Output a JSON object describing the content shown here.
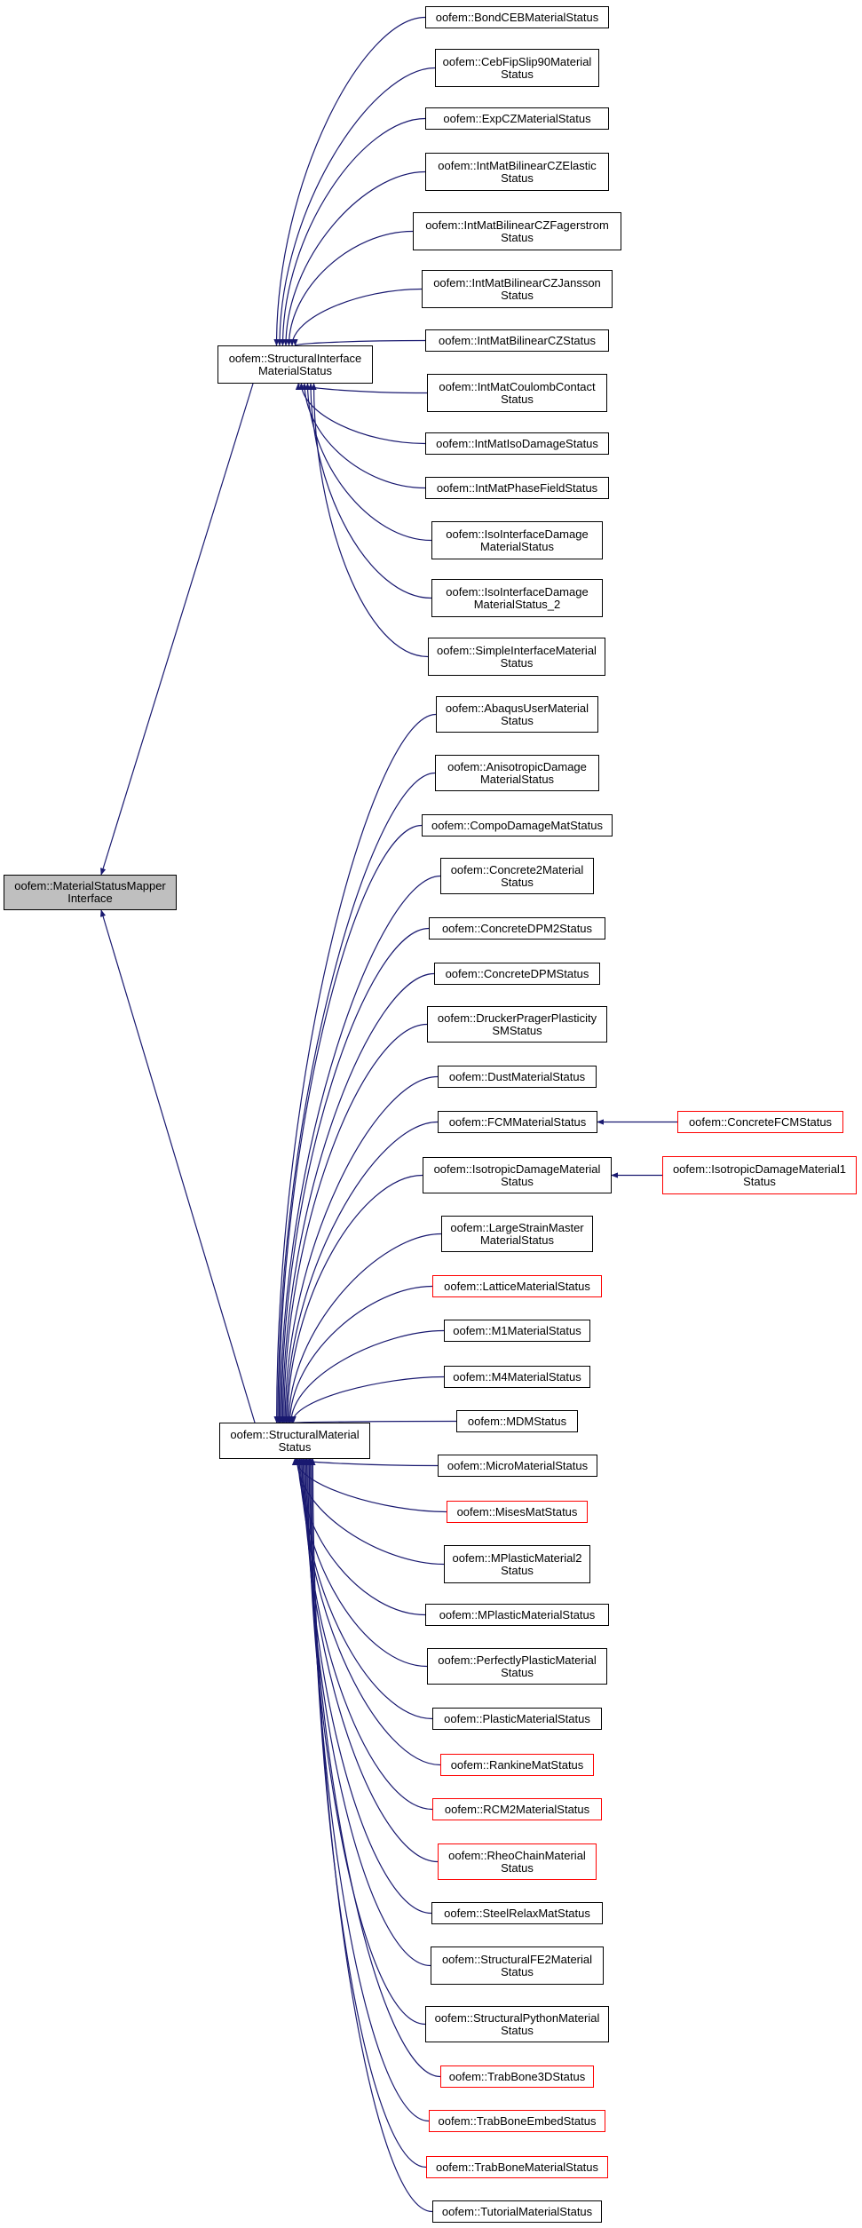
{
  "colors": {
    "edge": "#191970",
    "border": "#000000",
    "incomplete": "#ff0000",
    "root_fill": "#bfbfbf"
  },
  "root": {
    "label": "oofem::MaterialStatusMapper\nInterface"
  },
  "group_interface": {
    "parent": "oofem::StructuralInterface\nMaterialStatus",
    "children": [
      {
        "label": "oofem::BondCEBMaterialStatus"
      },
      {
        "label": "oofem::CebFipSlip90Material\nStatus"
      },
      {
        "label": "oofem::ExpCZMaterialStatus"
      },
      {
        "label": "oofem::IntMatBilinearCZElastic\nStatus"
      },
      {
        "label": "oofem::IntMatBilinearCZFagerstrom\nStatus"
      },
      {
        "label": "oofem::IntMatBilinearCZJansson\nStatus"
      },
      {
        "label": "oofem::IntMatBilinearCZStatus"
      },
      {
        "label": "oofem::IntMatCoulombContact\nStatus"
      },
      {
        "label": "oofem::IntMatIsoDamageStatus"
      },
      {
        "label": "oofem::IntMatPhaseFieldStatus"
      },
      {
        "label": "oofem::IsoInterfaceDamage\nMaterialStatus"
      },
      {
        "label": "oofem::IsoInterfaceDamage\nMaterialStatus_2"
      },
      {
        "label": "oofem::SimpleInterfaceMaterial\nStatus"
      }
    ]
  },
  "group_structural": {
    "parent": "oofem::StructuralMaterial\nStatus",
    "children": [
      {
        "label": "oofem::AbaqusUserMaterial\nStatus",
        "incomplete": false
      },
      {
        "label": "oofem::AnisotropicDamage\nMaterialStatus",
        "incomplete": false
      },
      {
        "label": "oofem::CompoDamageMatStatus",
        "incomplete": false
      },
      {
        "label": "oofem::Concrete2Material\nStatus",
        "incomplete": false
      },
      {
        "label": "oofem::ConcreteDPM2Status",
        "incomplete": false
      },
      {
        "label": "oofem::ConcreteDPMStatus",
        "incomplete": false
      },
      {
        "label": "oofem::DruckerPragerPlasticity\nSMStatus",
        "incomplete": false
      },
      {
        "label": "oofem::DustMaterialStatus",
        "incomplete": false
      },
      {
        "label": "oofem::FCMMaterialStatus",
        "incomplete": false
      },
      {
        "label": "oofem::IsotropicDamageMaterial\nStatus",
        "incomplete": false
      },
      {
        "label": "oofem::LargeStrainMaster\nMaterialStatus",
        "incomplete": false
      },
      {
        "label": "oofem::LatticeMaterialStatus",
        "incomplete": true
      },
      {
        "label": "oofem::M1MaterialStatus",
        "incomplete": false
      },
      {
        "label": "oofem::M4MaterialStatus",
        "incomplete": false
      },
      {
        "label": "oofem::MDMStatus",
        "incomplete": false
      },
      {
        "label": "oofem::MicroMaterialStatus",
        "incomplete": false
      },
      {
        "label": "oofem::MisesMatStatus",
        "incomplete": true
      },
      {
        "label": "oofem::MPlasticMaterial2\nStatus",
        "incomplete": false
      },
      {
        "label": "oofem::MPlasticMaterialStatus",
        "incomplete": false
      },
      {
        "label": "oofem::PerfectlyPlasticMaterial\nStatus",
        "incomplete": false
      },
      {
        "label": "oofem::PlasticMaterialStatus",
        "incomplete": false
      },
      {
        "label": "oofem::RankineMatStatus",
        "incomplete": true
      },
      {
        "label": "oofem::RCM2MaterialStatus",
        "incomplete": true
      },
      {
        "label": "oofem::RheoChainMaterial\nStatus",
        "incomplete": true
      },
      {
        "label": "oofem::SteelRelaxMatStatus",
        "incomplete": false
      },
      {
        "label": "oofem::StructuralFE2Material\nStatus",
        "incomplete": false
      },
      {
        "label": "oofem::StructuralPythonMaterial\nStatus",
        "incomplete": false
      },
      {
        "label": "oofem::TrabBone3DStatus",
        "incomplete": true
      },
      {
        "label": "oofem::TrabBoneEmbedStatus",
        "incomplete": true
      },
      {
        "label": "oofem::TrabBoneMaterialStatus",
        "incomplete": true
      },
      {
        "label": "oofem::TutorialMaterialStatus",
        "incomplete": false
      }
    ]
  },
  "third_level": [
    {
      "label": "oofem::ConcreteFCMStatus",
      "parent": "oofem::FCMMaterialStatus",
      "incomplete": true
    },
    {
      "label": "oofem::IsotropicDamageMaterial1\nStatus",
      "parent": "oofem::IsotropicDamageMaterial\nStatus",
      "incomplete": true
    }
  ]
}
